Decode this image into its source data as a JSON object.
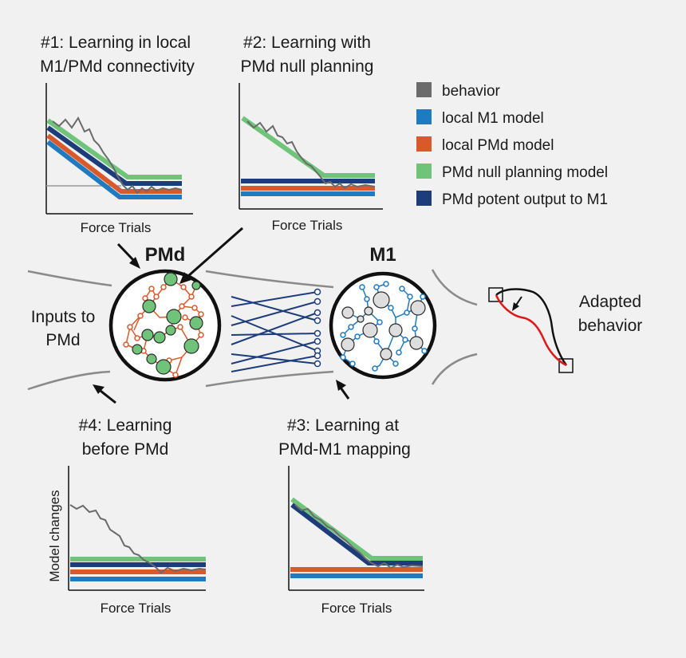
{
  "colors": {
    "behavior": "#6b6b6b",
    "local_m1": "#1f7bc1",
    "local_pmd": "#d9592b",
    "pmd_null": "#6fc47a",
    "pmd_potent": "#1c3d7a",
    "red_path": "#e01818"
  },
  "legend": {
    "items": [
      {
        "key": "behavior",
        "label": "behavior"
      },
      {
        "key": "local_m1",
        "label": "local M1 model"
      },
      {
        "key": "local_pmd",
        "label": "local PMd model"
      },
      {
        "key": "pmd_null",
        "label": "PMd null planning model"
      },
      {
        "key": "pmd_potent",
        "label": "PMd potent output to M1"
      }
    ]
  },
  "panels": {
    "p1": {
      "title_line1": "#1: Learning in local",
      "title_line2": "M1/PMd connectivity",
      "xlabel": "Force Trials"
    },
    "p2": {
      "title_line1": "#2: Learning with",
      "title_line2": "PMd null planning",
      "xlabel": "Force Trials"
    },
    "p3": {
      "title_line1": "#3: Learning at",
      "title_line2": "PMd-M1 mapping",
      "xlabel": "Force Trials"
    },
    "p4": {
      "title_line1": "#4: Learning",
      "title_line2": "before PMd",
      "xlabel": "Force Trials",
      "ylabel": "Model changes"
    }
  },
  "network": {
    "pmd_label": "PMd",
    "m1_label": "M1",
    "inputs_line1": "Inputs to",
    "inputs_line2": "PMd",
    "behavior_line1": "Adapted",
    "behavior_line2": "behavior"
  }
}
